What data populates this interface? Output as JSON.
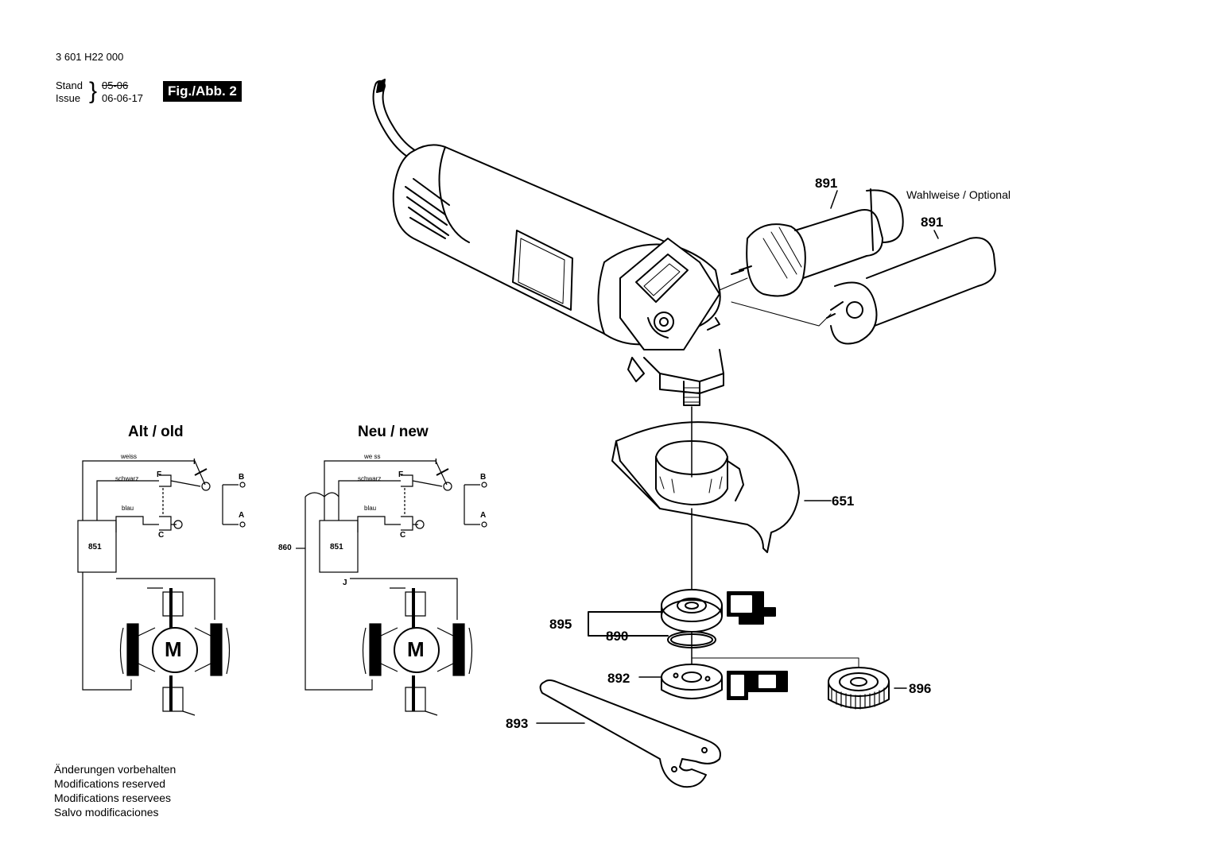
{
  "header": {
    "doc_number": "3 601 H22 000",
    "stand_label": "Stand",
    "issue_label": "Issue",
    "old_date": "05-06",
    "issue_date": "06-06-17",
    "fig_label": "Fig./Abb. 2"
  },
  "optional_note": "Wahlweise / Optional",
  "parts": {
    "p891a": "891",
    "p891b": "891",
    "p651": "651",
    "p895": "895",
    "p890": "890",
    "p892": "892",
    "p896": "896",
    "p893": "893"
  },
  "circuit_old": {
    "title": "Alt / old",
    "wire_white": "weiss",
    "wire_black": "schwarz",
    "wire_blue": "blau",
    "switch": "I",
    "term_f": "F",
    "term_c": "C",
    "term_b": "B",
    "term_a": "A",
    "module": "851",
    "motor": "M"
  },
  "circuit_new": {
    "title": "Neu / new",
    "wire_white": "we ss",
    "wire_black": "schwarz",
    "wire_blue": "blau",
    "switch": "I",
    "term_f": "F",
    "term_c": "C",
    "term_b": "B",
    "term_a": "A",
    "module": "851",
    "extra_part": "860",
    "junction": "J",
    "motor": "M"
  },
  "footer": {
    "line1": "Änderungen vorbehalten",
    "line2": "Modifications reserved",
    "line3": "Modifications reservees",
    "line4": "Salvo modificaciones"
  }
}
